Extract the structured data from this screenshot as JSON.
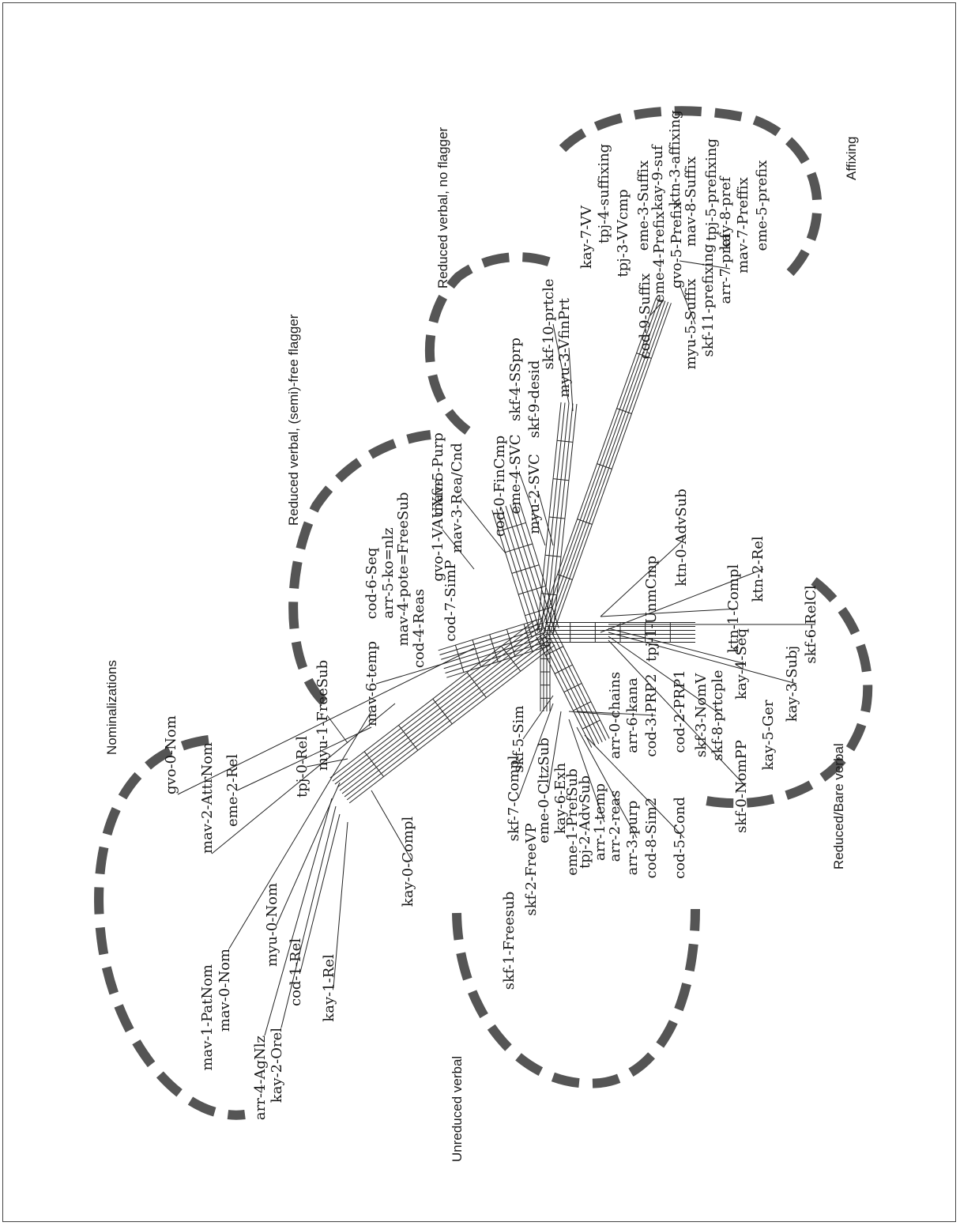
{
  "groups": {
    "nominalizations": "Nominalizations",
    "reduced_semi_free": "Reduced verbal, (semi)-free flagger",
    "reduced_no_flagger": "Reduced verbal, no flagger",
    "affixing": "Affixing",
    "reduced_bare": "Reduced/Bare verbal",
    "unreduced": "Unreduced verbal"
  },
  "labels": {
    "nom": [
      "gvo-0-Nom",
      "mav-2-AttrNom",
      "mav-1-PatNom",
      "mav-0-Nom",
      "eme-2-Rel",
      "myu-1-FreeSub",
      "tpj-0-Rel",
      "myu-0-Nom",
      "arr-4-AgNlz",
      "kay-2-Orel",
      "cod-1-Rel",
      "kay-1-Rel",
      "kay-0-Compl"
    ],
    "semi": [
      "mav-6-temp",
      "cod-6-Seq",
      "arr-5-ko=nlz",
      "mav-4-pote=FreeSub",
      "cod-4-Reas",
      "cod-7-SimP",
      "gvo-1-VAUXfin",
      "mav-5-Purp",
      "mav-3-Rea/Cnd",
      "cod-0-FinCmp",
      "eme-4-SVC",
      "myu-2-SVC",
      "skf-4-SSprp",
      "skf-9-desid"
    ],
    "noflag": [
      "skf-10-prtcle",
      "myu-3-VfinPrt"
    ],
    "affix": [
      "kay-7-VV",
      "tpj-4-suffixing",
      "tpj-3-VVcmp",
      "eme-3-Suffix",
      "kay-9-suf",
      "ktn-3-affixing",
      "cod-9-Suffix",
      "eme-4-Prefix",
      "gvo-5-Prefix",
      "mav-8-Suffix",
      "tpj-5-prefixing",
      "kay-8-pref",
      "arr-7-pref",
      "mav-7-Preffix",
      "eme-5-prefix",
      "myu-5-Suffix",
      "skf-11-prefixing"
    ],
    "bare": [
      "ktn-0-AdvSub",
      "tpj-1-UnmCmp",
      "ktn-2-Rel",
      "ktn-1-Compl",
      "skf-6-RelCl",
      "kay-4-Seq",
      "kay-3-Subj",
      "cod-2-PRP1",
      "skf-3-NomV",
      "skf-8-prtcple",
      "kay-5-Ger",
      "skf-0-NomPP"
    ],
    "unred": [
      "skf-5-Sim",
      "skf-7-Compl",
      "eme-0-CltzSub",
      "kay-6-Exh",
      "skf-2-FreeVP",
      "skf-1-Freesub",
      "eme-1-PrefSub",
      "tpj-2-AdvSub",
      "arr-1-temp",
      "arr-2-reas",
      "arr-3-purp",
      "cod-8-Sim2",
      "cod-5-Cond",
      "arr-0-chains",
      "arr-6-kana",
      "cod-3-PRP2"
    ]
  }
}
